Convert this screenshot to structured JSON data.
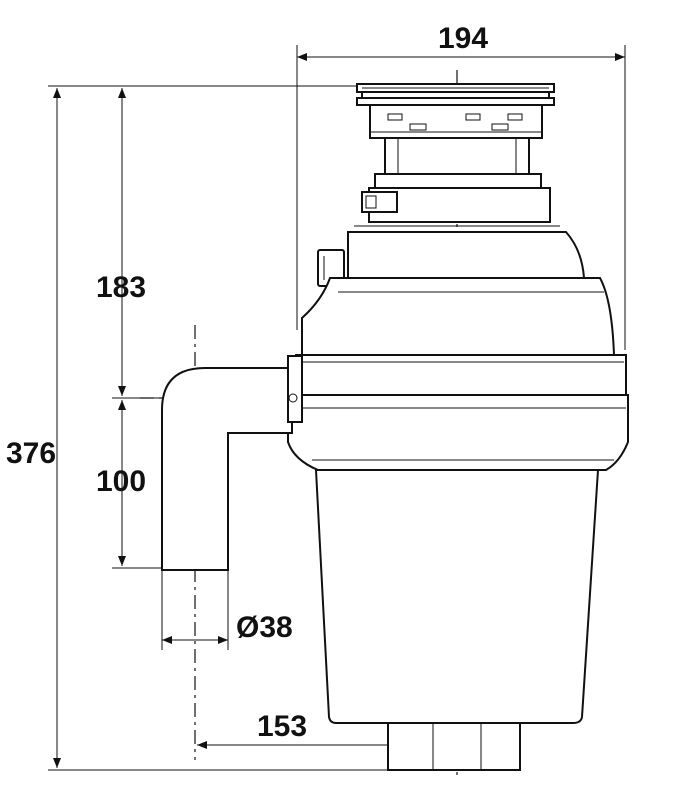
{
  "diagram": {
    "dimensions": {
      "top_width": "194",
      "total_height": "376",
      "upper_height": "183",
      "lower_height": "100",
      "outlet_diameter": "Ø38",
      "outlet_offset": "153"
    },
    "colors": {
      "line": "#111111",
      "background": "#ffffff"
    }
  }
}
